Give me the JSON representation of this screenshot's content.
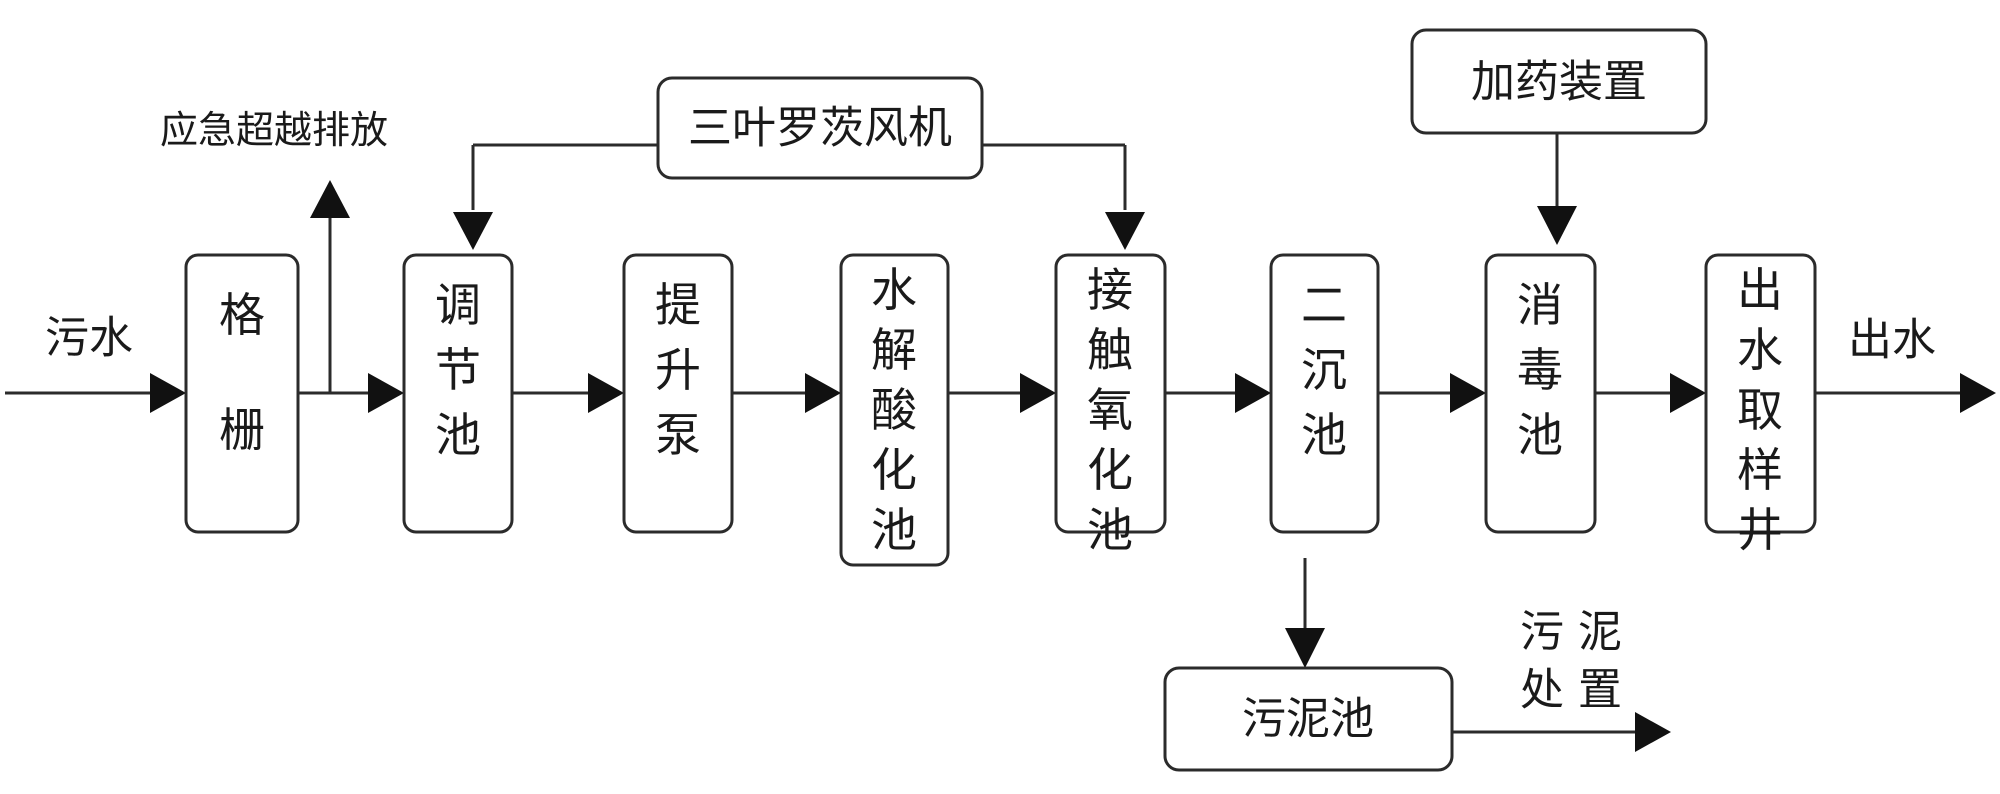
{
  "inflow": "污水",
  "outflow": "出水",
  "bypass": "应急超越排放",
  "blower": "三叶罗茨风机",
  "dosing": "加药装置",
  "sludge_tank": "污泥池",
  "sludge_disposal": [
    "污 泥",
    "处 置"
  ],
  "stages": [
    {
      "name": "格栅"
    },
    {
      "name": "调节池"
    },
    {
      "name": "提升泵"
    },
    {
      "name": "水解酸化池"
    },
    {
      "name": "接触氧化池"
    },
    {
      "name": "二沉池"
    },
    {
      "name": "消毒池"
    },
    {
      "name": "出水取样井"
    }
  ]
}
